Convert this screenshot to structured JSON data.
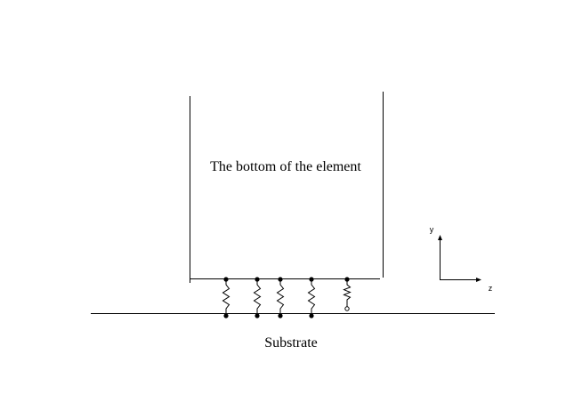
{
  "diagram": {
    "element_label": "The bottom of the element",
    "substrate_label": "Substrate",
    "axis_y_label": "y",
    "axis_z_label": "z",
    "springs": [
      {
        "id": 1,
        "bottom_end": "filled-dot"
      },
      {
        "id": 2,
        "bottom_end": "filled-dot"
      },
      {
        "id": 3,
        "bottom_end": "filled-dot"
      },
      {
        "id": 4,
        "bottom_end": "filled-dot"
      },
      {
        "id": 5,
        "bottom_end": "open-circle"
      }
    ],
    "colors": {
      "ink": "#000000",
      "background": "#ffffff"
    }
  }
}
